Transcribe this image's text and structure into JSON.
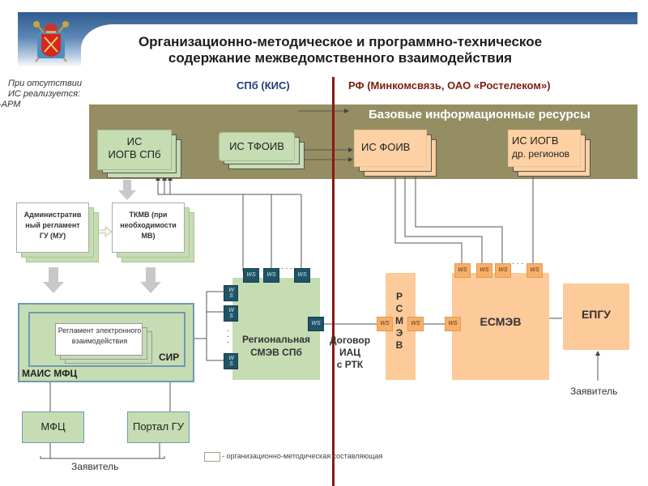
{
  "header": {
    "title_line1": "Организационно-методическое и программно-техническое",
    "title_line2": "содержание межведомственного взаимодействия",
    "logo": "spb-coat-of-arms-icon"
  },
  "note": {
    "line1": "При отсутствии",
    "line2": "ИС реализуется:",
    "line3": "-АРМ"
  },
  "regions": {
    "spb": "СПб (КИС)",
    "rf": "РФ (Минкомсвязь, ОАО «Ростелеком»)"
  },
  "base_resources": {
    "title": "Базовые информационные ресурсы",
    "items": [
      {
        "line1": "ИС",
        "line2": "ИОГВ СПб"
      },
      {
        "line1": "ИС ТФОИВ",
        "line2": ""
      },
      {
        "line1": "ИС ФОИВ",
        "line2": ""
      },
      {
        "line1": "ИС ИОГВ",
        "line2": "др. регионов"
      }
    ]
  },
  "docs": {
    "admin_reg": {
      "line1": "Административ",
      "line2": "ный регламент",
      "line3": "ГУ (МУ)"
    },
    "tkmv": {
      "line1": "ТКМВ (при",
      "line2": "необходимости",
      "line3": "МВ)"
    }
  },
  "maismfc": {
    "outer_label": "МАИС МФЦ",
    "inner_label": "СИР",
    "doc_line1": "Регламент электронного",
    "doc_line2": "взаимодействия"
  },
  "smev_spb": {
    "line1": "Региональная",
    "line2": "СМЭВ СПб"
  },
  "ws_label": "WS",
  "ellipsis": "· · ·",
  "contract": {
    "line1": "Договор",
    "line2": "ИАЦ",
    "line3": "с РТК"
  },
  "rsmev": "РСМЭВ",
  "esmev": "ЕСМЭВ",
  "epgu": "ЕПГУ",
  "mfc": "МФЦ",
  "portal": "Портал ГУ",
  "applicant": "Заявитель",
  "legend": "- организационно-методическая составляющая"
}
